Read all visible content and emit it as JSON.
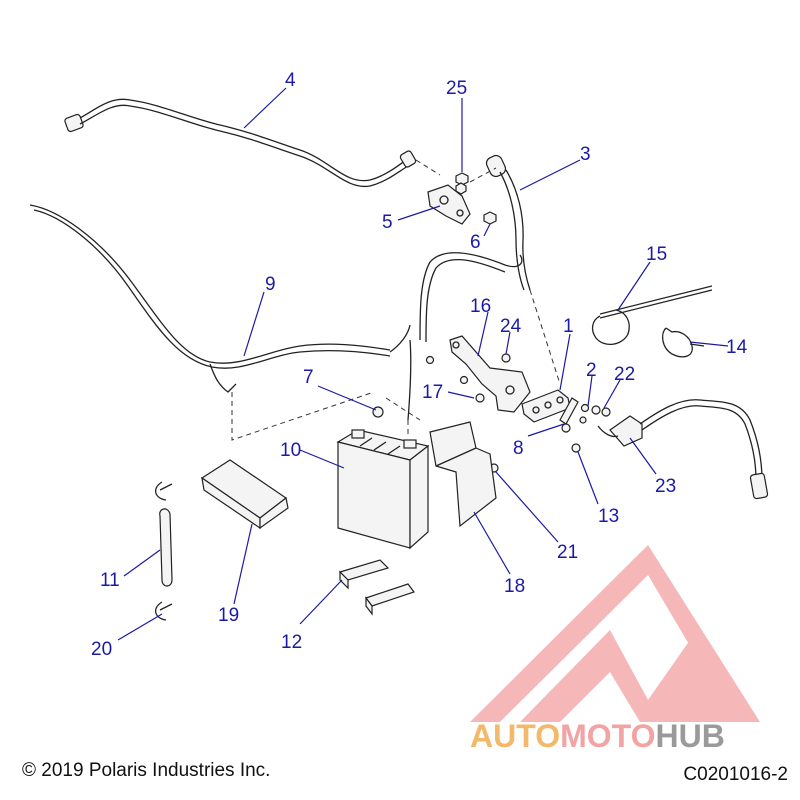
{
  "diagram": {
    "callouts": [
      "1",
      "2",
      "3",
      "4",
      "5",
      "6",
      "7",
      "8",
      "9",
      "10",
      "11",
      "12",
      "13",
      "14",
      "15",
      "16",
      "17",
      "18",
      "19",
      "20",
      "21",
      "22",
      "23",
      "24",
      "25"
    ]
  },
  "footer": {
    "copyright": "© 2019 Polaris Industries Inc.",
    "drawing_id": "C0201016-2"
  },
  "watermark": {
    "brand_part1": "AUTO",
    "brand_part2": "MOTO",
    "brand_part3": "HUB",
    "color_logo": "#f2a0a0",
    "color_auto": "#f3b86a",
    "color_hub": "#9a9a9a"
  },
  "colors": {
    "callout": "#1a1aa6",
    "line_art": "#222222"
  }
}
